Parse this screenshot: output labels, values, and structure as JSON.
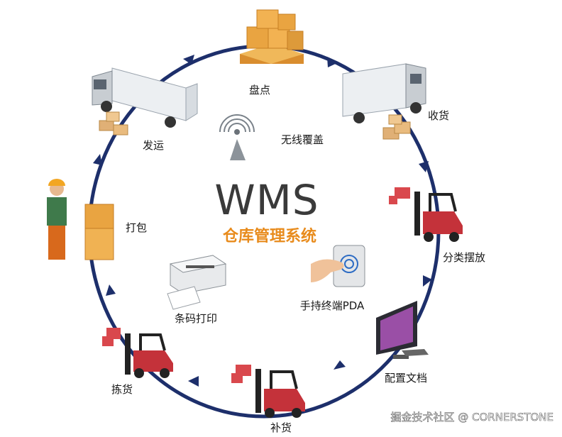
{
  "title": "WMS",
  "subtitle": "仓库管理系统",
  "steps": {
    "inventory": "盘点",
    "receiving": "收货",
    "sorting": "分类摆放",
    "config": "配置文档",
    "replenish": "补货",
    "picking": "拣货",
    "packing": "打包",
    "shipping": "发运"
  },
  "features": {
    "wireless": "无线覆盖",
    "barcode": "条码打印",
    "pda": "手持终端PDA"
  },
  "watermark": "掘金技术社区 @ CORNERSTONE",
  "colors": {
    "cycle": "#1d2f6b",
    "accent": "#e88b1c",
    "box": "#e9a441",
    "forklift": "#c4323a"
  }
}
